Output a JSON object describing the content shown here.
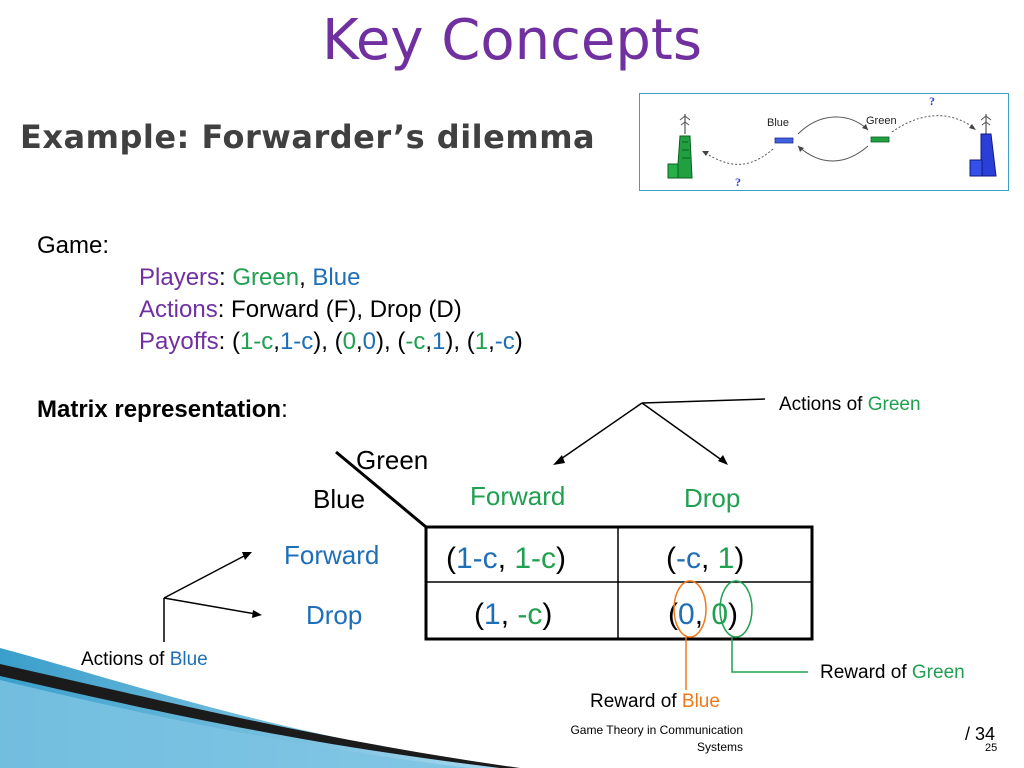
{
  "slide": {
    "title": "Key Concepts",
    "subtitle": "Example: Forwarder’s dilemma"
  },
  "illustration": {
    "blue_label": "Blue",
    "green_label": "Green",
    "question_mark": "?",
    "colors": {
      "green": "#20a040",
      "blue": "#2a3fd8",
      "node_blue": "#4060e0",
      "node_green": "#20a040",
      "frame": "#39a0c8"
    }
  },
  "game": {
    "heading": "Game:",
    "players_label": "Players",
    "players": [
      "Green",
      "Blue"
    ],
    "actions_label": "Actions",
    "actions_text": "Forward (F), Drop (D)",
    "payoffs_label": "Payoffs",
    "payoffs": [
      [
        "1-c",
        "1-c"
      ],
      [
        "0",
        "0"
      ],
      [
        "-c",
        "1"
      ],
      [
        "1",
        "-c"
      ]
    ]
  },
  "matrix": {
    "heading": "Matrix representation",
    "colon": ":",
    "corner_green": "Green",
    "corner_blue": "Blue",
    "col_headers": [
      "Forward",
      "Drop"
    ],
    "row_headers": [
      "Forward",
      "Drop"
    ],
    "cells": [
      [
        [
          "1-c",
          "1-c"
        ],
        [
          "-c",
          "1"
        ]
      ],
      [
        [
          "1",
          "-c"
        ],
        [
          "0",
          "0"
        ]
      ]
    ]
  },
  "annotations": {
    "actions_of": "Actions of",
    "reward_of": "Reward of",
    "green": "Green",
    "blue": "Blue"
  },
  "footer": {
    "course": "Game Theory in Communication Systems",
    "page_total": "/ 34",
    "page_number": "25"
  },
  "colors": {
    "title": "#7030a0",
    "green": "#20a050",
    "blue": "#1f6fb8",
    "orange": "#f07818",
    "accent_teal": "#2a9cc8"
  }
}
